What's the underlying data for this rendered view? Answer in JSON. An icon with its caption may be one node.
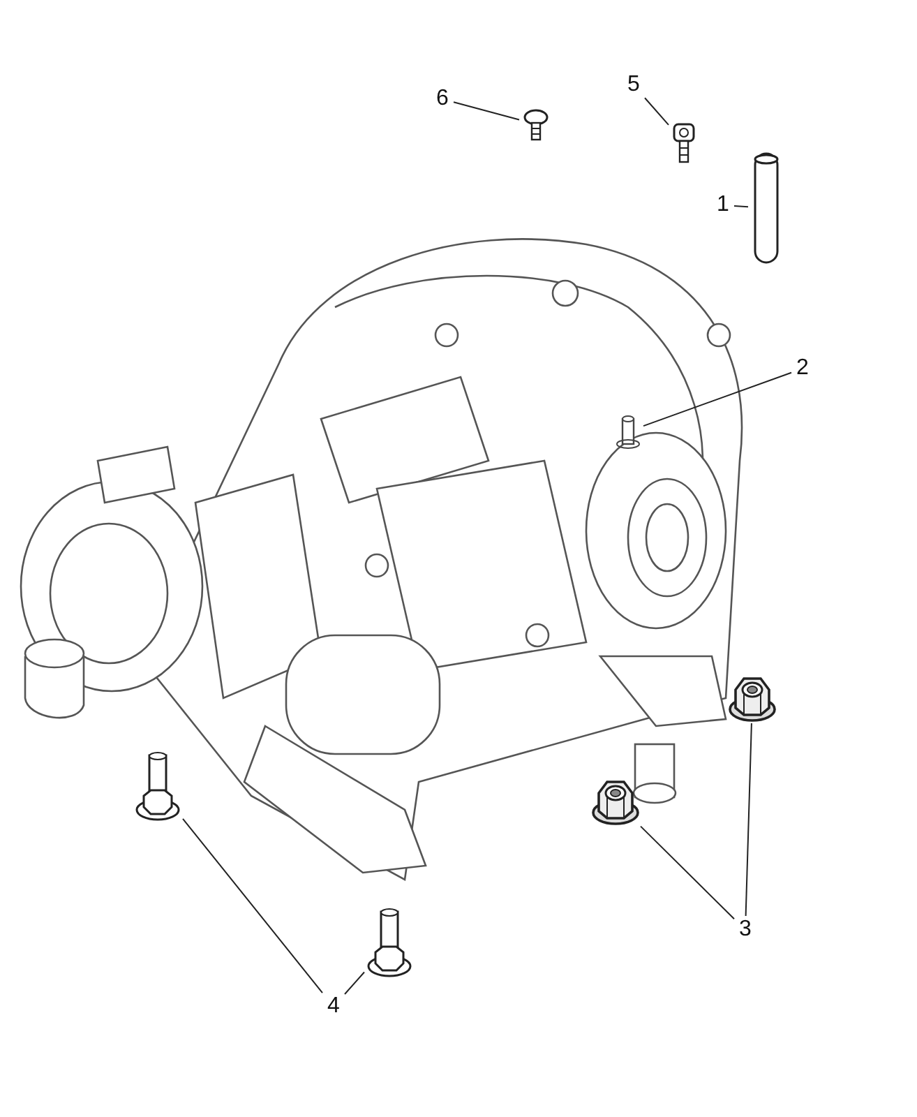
{
  "diagram": {
    "nodes": [
      {
        "text": [
          "6"
        ]
      },
      {
        "text": [],
        "shape": "picture"
      },
      {
        "text": [
          "5"
        ]
      },
      {
        "text": [],
        "shape": "picture"
      },
      {
        "text": [
          "1"
        ]
      },
      {
        "text": [],
        "shape": "picture"
      },
      {
        "text": [
          "2"
        ]
      },
      {
        "text": [],
        "shape": "picture"
      },
      {
        "text": [
          "3"
        ]
      },
      {
        "text": [],
        "shape": "picture"
      },
      {
        "text": [],
        "shape": "picture"
      },
      {
        "text": [
          "4"
        ]
      },
      {
        "text": [],
        "shape": "picture"
      },
      {
        "text": [],
        "shape": "picture"
      }
    ],
    "edges": [
      {
        "from": 0,
        "to": 1,
        "arrow": "none"
      },
      {
        "from": 2,
        "to": 3,
        "arrow": "none"
      },
      {
        "from": 4,
        "to": 5,
        "arrow": "none"
      },
      {
        "from": 6,
        "to": 7,
        "arrow": "none"
      },
      {
        "from": 8,
        "to": 9,
        "arrow": "none"
      },
      {
        "from": 8,
        "to": 10,
        "arrow": "none"
      },
      {
        "from": 11,
        "to": 12,
        "arrow": "none"
      },
      {
        "from": 11,
        "to": 13,
        "arrow": "none"
      }
    ]
  }
}
